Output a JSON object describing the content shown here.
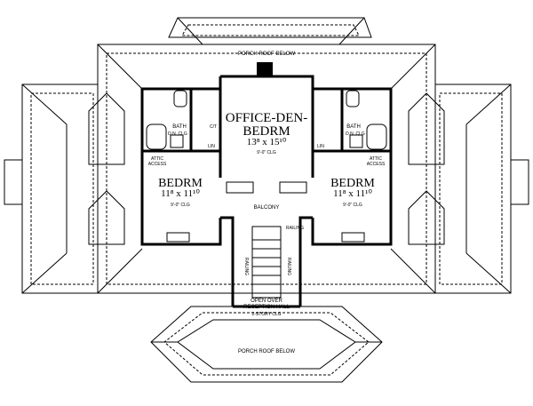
{
  "plan": {
    "porch_roof_top": "PORCH ROOF BELOW",
    "porch_roof_bottom": "PORCH ROOF BELOW",
    "office_title_1": "OFFICE-DEN-",
    "office_title_2": "BEDRM",
    "office_dim": "13⁸ x 15¹⁰",
    "office_clg": "9'-0\" CLG",
    "left_bedrm_title": "BEDRM",
    "left_bedrm_dim": "11⁸ x 11¹⁰",
    "left_bedrm_clg": "9'-0\" CLG",
    "right_bedrm_title": "BEDRM",
    "right_bedrm_dim": "11⁸ x 11¹⁰",
    "right_bedrm_clg": "9'-0\" CLG",
    "bath_left": "BATH",
    "bath_right": "BATH",
    "dn_clg_left": "D.N. CLG",
    "dn_clg_right": "D.N. CLG",
    "lin_left": "LIN",
    "lin_right": "LIN",
    "cpt": "C/T",
    "attic_left_1": "ATTIC",
    "attic_left_2": "ACCESS",
    "attic_right_1": "ATTIC",
    "attic_right_2": "ACCESS",
    "balcony": "BALCONY",
    "railing_right": "RAILING",
    "railing_left_v": "RAILING",
    "railing_right_v": "RAILING",
    "open_1": "OPEN OVER",
    "open_2": "RECEPTION HALL",
    "open_3": "2-STORY CLG"
  }
}
